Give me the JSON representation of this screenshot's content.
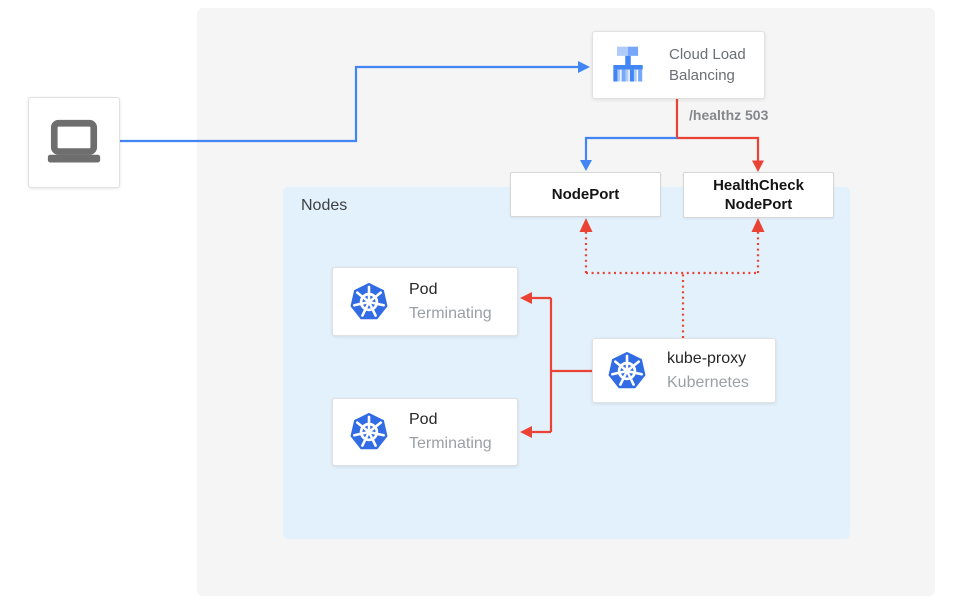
{
  "diagram": {
    "nodes_group": {
      "label": "Nodes"
    },
    "cloud_load_balancing": {
      "label": "Cloud Load Balancing",
      "icon": "cloud-load-balancing-icon"
    },
    "health_check_annotation": "/healthz 503",
    "nodeport": {
      "label": "NodePort"
    },
    "healthcheck_nodeport": {
      "label": "HealthCheck NodePort"
    },
    "pods": [
      {
        "title": "Pod",
        "status": "Terminating",
        "icon": "kubernetes-icon"
      },
      {
        "title": "Pod",
        "status": "Terminating",
        "icon": "kubernetes-icon"
      }
    ],
    "kube_proxy": {
      "title": "kube-proxy",
      "subtitle": "Kubernetes",
      "icon": "kubernetes-icon"
    },
    "client": {
      "icon": "laptop-icon"
    },
    "colors": {
      "traffic_blue": "#4285F4",
      "health_check_red": "#EA4335",
      "nodes_container_bg": "#E3F1FC",
      "kubernetes_blue": "#326CE5",
      "canvas_bg": "#F5F5F5"
    }
  }
}
